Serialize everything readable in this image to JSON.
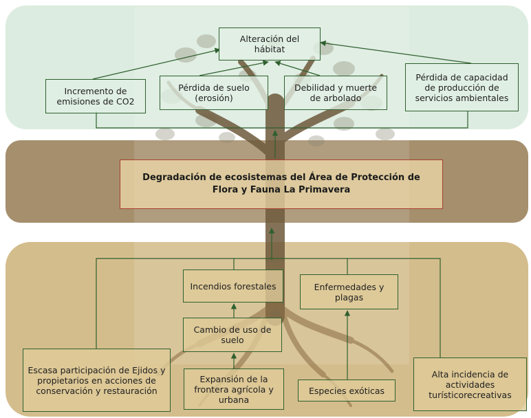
{
  "diagram": {
    "effects": {
      "top": "Alteración del hábitat",
      "co2": "Incremento de emisiones de CO2",
      "soil": "Pérdida de suelo (erosión)",
      "trees": "Debilidad y muerte de arbolado",
      "services": "Pérdida de capacidad de producción de servicios ambientales"
    },
    "core_problem": "Degradación de ecosistemas del Área de Protección de Flora y Fauna La Primavera",
    "causes": {
      "fires": "Incendios forestales",
      "pests": "Enfermedades y plagas",
      "land_use": "Cambio de uso de suelo",
      "participation": "Escasa participación de Ejidos y propietarios en acciones de conservación y restauración",
      "expansion": "Expansión de la frontera agrícola y urbana",
      "exotic": "Especies exóticas",
      "tourism": "Alta incidencia de actividades turísticorecreativas"
    },
    "colors": {
      "effects_band": "#dcece0",
      "problem_band": "#a58f6d",
      "causes_band": "#d4bd8c",
      "box_border": "#2e5f2e",
      "core_border": "#a8402e",
      "arrow": "#2e5f2e",
      "tree_trunk": "#6e5a3c"
    }
  }
}
